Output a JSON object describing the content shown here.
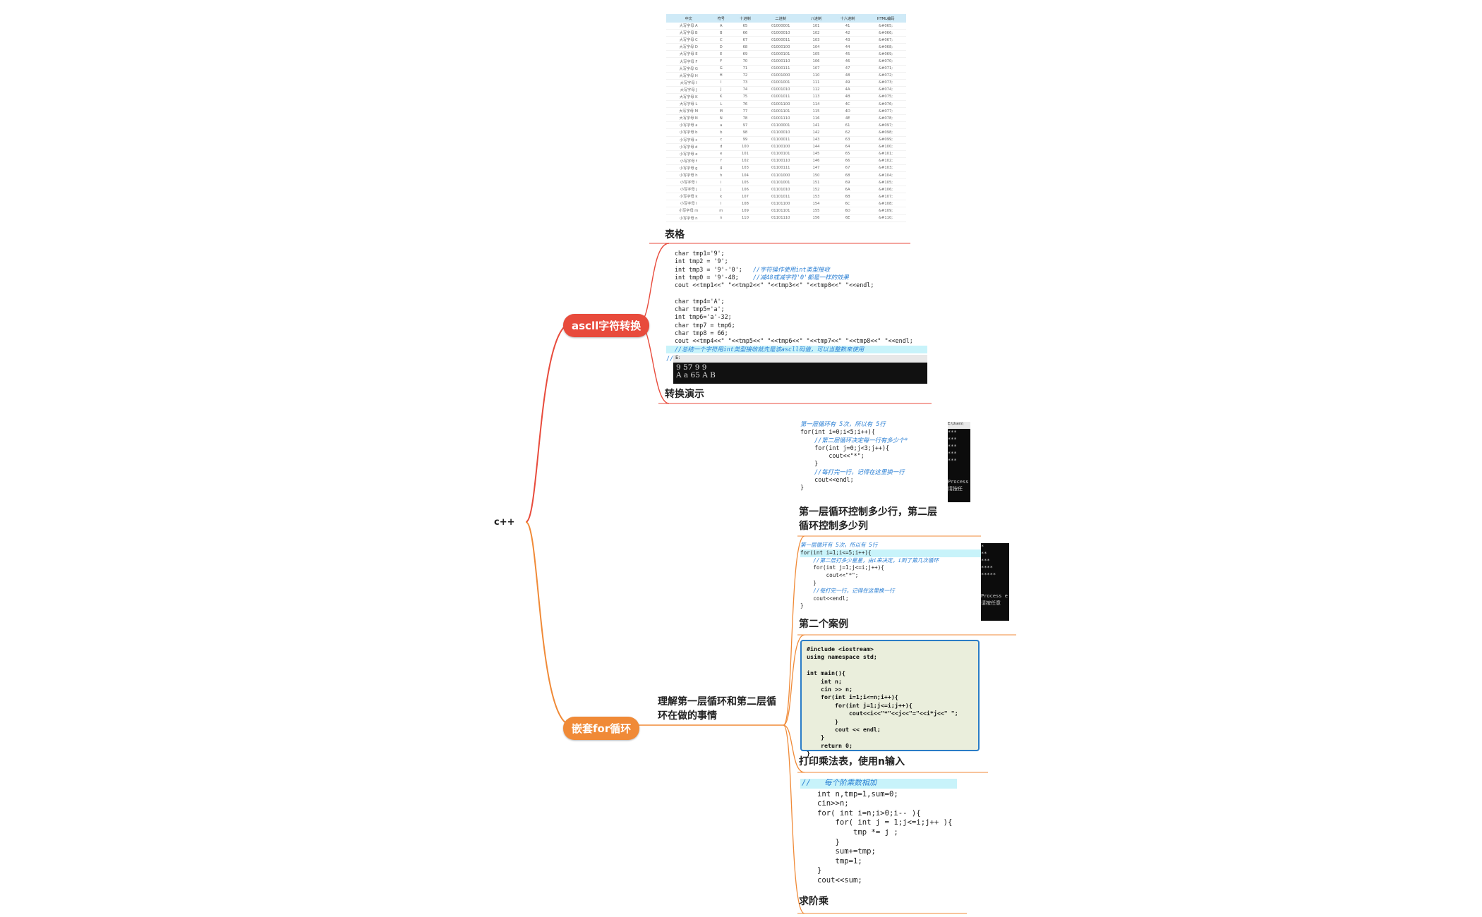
{
  "root": {
    "label": "c++"
  },
  "branches": [
    {
      "label": "ascll字符转换",
      "color": "#e84b3c"
    },
    {
      "label": "嵌套for循环",
      "color": "#f08a37"
    }
  ],
  "ascii": {
    "table_caption": "表格",
    "demo_caption": "转换演示",
    "table_headers": [
      "中文",
      "符号",
      "十进制",
      "二进制",
      "八进制",
      "十六进制",
      "HTML编码"
    ],
    "table_rows": [
      [
        "大写字母 A",
        "A",
        "65",
        "01000001",
        "101",
        "41",
        "&#065;"
      ],
      [
        "大写字母 B",
        "B",
        "66",
        "01000010",
        "102",
        "42",
        "&#066;"
      ],
      [
        "大写字母 C",
        "C",
        "67",
        "01000011",
        "103",
        "43",
        "&#067;"
      ],
      [
        "大写字母 D",
        "D",
        "68",
        "01000100",
        "104",
        "44",
        "&#068;"
      ],
      [
        "大写字母 E",
        "E",
        "69",
        "01000101",
        "105",
        "45",
        "&#069;"
      ],
      [
        "大写字母 F",
        "F",
        "70",
        "01000110",
        "106",
        "46",
        "&#070;"
      ],
      [
        "大写字母 G",
        "G",
        "71",
        "01000111",
        "107",
        "47",
        "&#071;"
      ],
      [
        "大写字母 H",
        "H",
        "72",
        "01001000",
        "110",
        "48",
        "&#072;"
      ],
      [
        "大写字母 I",
        "I",
        "73",
        "01001001",
        "111",
        "49",
        "&#073;"
      ],
      [
        "大写字母 J",
        "J",
        "74",
        "01001010",
        "112",
        "4A",
        "&#074;"
      ],
      [
        "大写字母 K",
        "K",
        "75",
        "01001011",
        "113",
        "4B",
        "&#075;"
      ],
      [
        "大写字母 L",
        "L",
        "76",
        "01001100",
        "114",
        "4C",
        "&#076;"
      ],
      [
        "大写字母 M",
        "M",
        "77",
        "01001101",
        "115",
        "4D",
        "&#077;"
      ],
      [
        "大写字母 N",
        "N",
        "78",
        "01001110",
        "116",
        "4E",
        "&#078;"
      ],
      [
        "小写字母 a",
        "a",
        "97",
        "01100001",
        "141",
        "61",
        "&#097;"
      ],
      [
        "小写字母 b",
        "b",
        "98",
        "01100010",
        "142",
        "62",
        "&#098;"
      ],
      [
        "小写字母 c",
        "c",
        "99",
        "01100011",
        "143",
        "63",
        "&#099;"
      ],
      [
        "小写字母 d",
        "d",
        "100",
        "01100100",
        "144",
        "64",
        "&#100;"
      ],
      [
        "小写字母 e",
        "e",
        "101",
        "01100101",
        "145",
        "65",
        "&#101;"
      ],
      [
        "小写字母 f",
        "f",
        "102",
        "01100110",
        "146",
        "66",
        "&#102;"
      ],
      [
        "小写字母 g",
        "g",
        "103",
        "01100111",
        "147",
        "67",
        "&#103;"
      ],
      [
        "小写字母 h",
        "h",
        "104",
        "01101000",
        "150",
        "68",
        "&#104;"
      ],
      [
        "小写字母 i",
        "i",
        "105",
        "01101001",
        "151",
        "69",
        "&#105;"
      ],
      [
        "小写字母 j",
        "j",
        "106",
        "01101010",
        "152",
        "6A",
        "&#106;"
      ],
      [
        "小写字母 k",
        "k",
        "107",
        "01101011",
        "153",
        "6B",
        "&#107;"
      ],
      [
        "小写字母 l",
        "l",
        "108",
        "01101100",
        "154",
        "6C",
        "&#108;"
      ],
      [
        "小写字母 m",
        "m",
        "109",
        "01101101",
        "155",
        "6D",
        "&#109;"
      ],
      [
        "小写字母 n",
        "n",
        "110",
        "01101110",
        "156",
        "6E",
        "&#110;"
      ]
    ],
    "demo_code": [
      "char tmp1='9';",
      "int tmp2 = '9';",
      "int tmp3 = '9'-'0';   //字符操作使用int类型接收",
      "int tmp0 = '9'-48;    //减48或减字符'0'都是一样的效果",
      "cout <<tmp1<<\" \"<<tmp2<<\" \"<<tmp3<<\" \"<<tmp0<<\" \"<<endl;",
      "",
      "char tmp4='A';",
      "char tmp5='a';",
      "int tmp6='a'-32;",
      "char tmp7 = tmp6;",
      "char tmp8 = 66;",
      "cout <<tmp4<<\" \"<<tmp5<<\" \"<<tmp6<<\" \"<<tmp7<<\" \"<<tmp8<<\" \"<<endl;"
    ],
    "demo_summary": "//总结一个字符用int类型接收就先是该ascll码值，可以当整数来使用",
    "console_title": "E:",
    "console_lines": [
      "9 57 9 9",
      "A a 65 A B"
    ]
  },
  "loops": {
    "understand_label": "理解第一层循环和第二层循环在做的事情",
    "case1": {
      "caption": "第一层循环控制多少行，第二层循环控制多少列",
      "code": [
        "第一层循环有 5次，所以有 5行",
        "for(int i=0;i<5;i++){",
        "    //第二层循环决定每一行有多少个*",
        "    for(int j=0;j<3;j++){",
        "        cout<<\"*\";",
        "    }",
        "    //每打完一行，记得在这里换一行",
        "    cout<<endl;",
        "}"
      ],
      "console_title": "E:\\Users\\",
      "console_lines": [
        "***",
        "***",
        "***",
        "***",
        "***",
        "",
        "",
        "Process",
        "请按任"
      ]
    },
    "case2": {
      "caption": "第二个案例",
      "code": [
        "第一层循环有 5次，所以有 5行",
        "for(int i=1;i<=5;i++){",
        "    //第二层打多少星星，由i来决定，i到了第几次循环",
        "    for(int j=1;j<=i;j++){",
        "        cout<<\"*\";",
        "    }",
        "    //每打完一行，记得在这里换一行",
        "    cout<<endl;",
        "}"
      ],
      "console_lines": [
        "*",
        "**",
        "***",
        "****",
        "*****",
        "",
        "",
        "Process e",
        "请按任意"
      ]
    },
    "multiplication": {
      "caption": "打印乘法表，使用n输入",
      "code": [
        "#include <iostream>",
        "using namespace std;",
        "",
        "int main(){",
        "    int n;",
        "    cin >> n;",
        "    for(int i=1;i<=n;i++){",
        "        for(int j=1;j<=i;j++){",
        "            cout<<i<<\"*\"<<j<<\"=\"<<i*j<<\" \";",
        "        }",
        "        cout << endl;",
        "    }",
        "    return 0;",
        "}"
      ]
    },
    "factorial": {
      "caption": "求阶乘",
      "comment": "//   每个阶乘数相加",
      "code": [
        "int n,tmp=1,sum=0;",
        "cin>>n;",
        "for( int i=n;i>0;i-- ){",
        "    for( int j = 1;j<=i;j++ ){",
        "        tmp *= j ;",
        "    }",
        "    sum+=tmp;",
        "    tmp=1;",
        "}",
        "cout<<sum;"
      ]
    }
  }
}
